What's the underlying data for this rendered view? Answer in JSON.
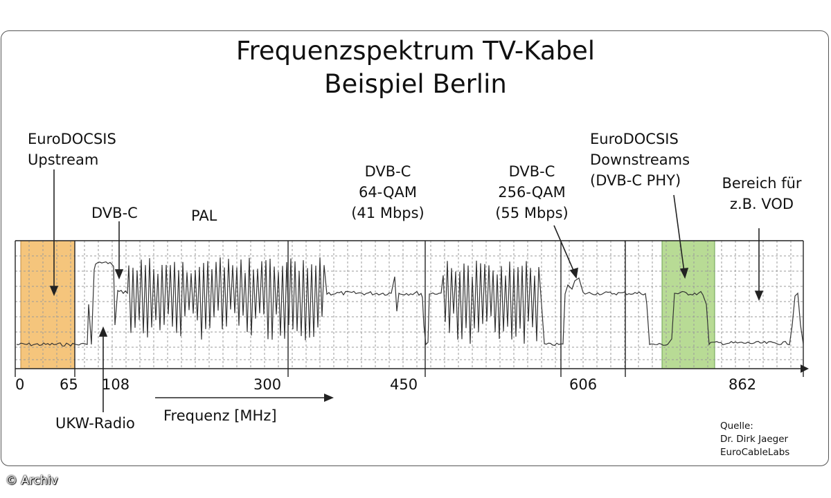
{
  "title_line1": "Frequenzspektrum TV-Kabel",
  "title_line2": "Beispiel Berlin",
  "labels": {
    "upstream_l1": "EuroDOCSIS",
    "upstream_l2": "Upstream",
    "dvbc": "DVB-C",
    "pal": "PAL",
    "dvbc64_l1": "DVB-C",
    "dvbc64_l2": "64-QAM",
    "dvbc64_l3": "(41 Mbps)",
    "dvbc256_l1": "DVB-C",
    "dvbc256_l2": "256-QAM",
    "dvbc256_l3": "(55 Mbps)",
    "down_l1": "EuroDOCSIS",
    "down_l2": "Downstreams",
    "down_l3": "(DVB-C PHY)",
    "vod_l1": "Bereich für",
    "vod_l2": "z.B. VOD",
    "ukw": "UKW-Radio",
    "axis_label": "Frequenz [MHz]"
  },
  "ticks": [
    "0",
    "65",
    "108",
    "300",
    "450",
    "606",
    "862"
  ],
  "source_l1": "Quelle:",
  "source_l2": "Dr. Dirk Jaeger",
  "source_l3": "EuroCableLabs",
  "credit": "© Archiv",
  "colors": {
    "upstream_band": "#f5c57c",
    "downstream_band": "#b8db95",
    "grid": "#9a9a9a",
    "trace": "#333333"
  }
}
